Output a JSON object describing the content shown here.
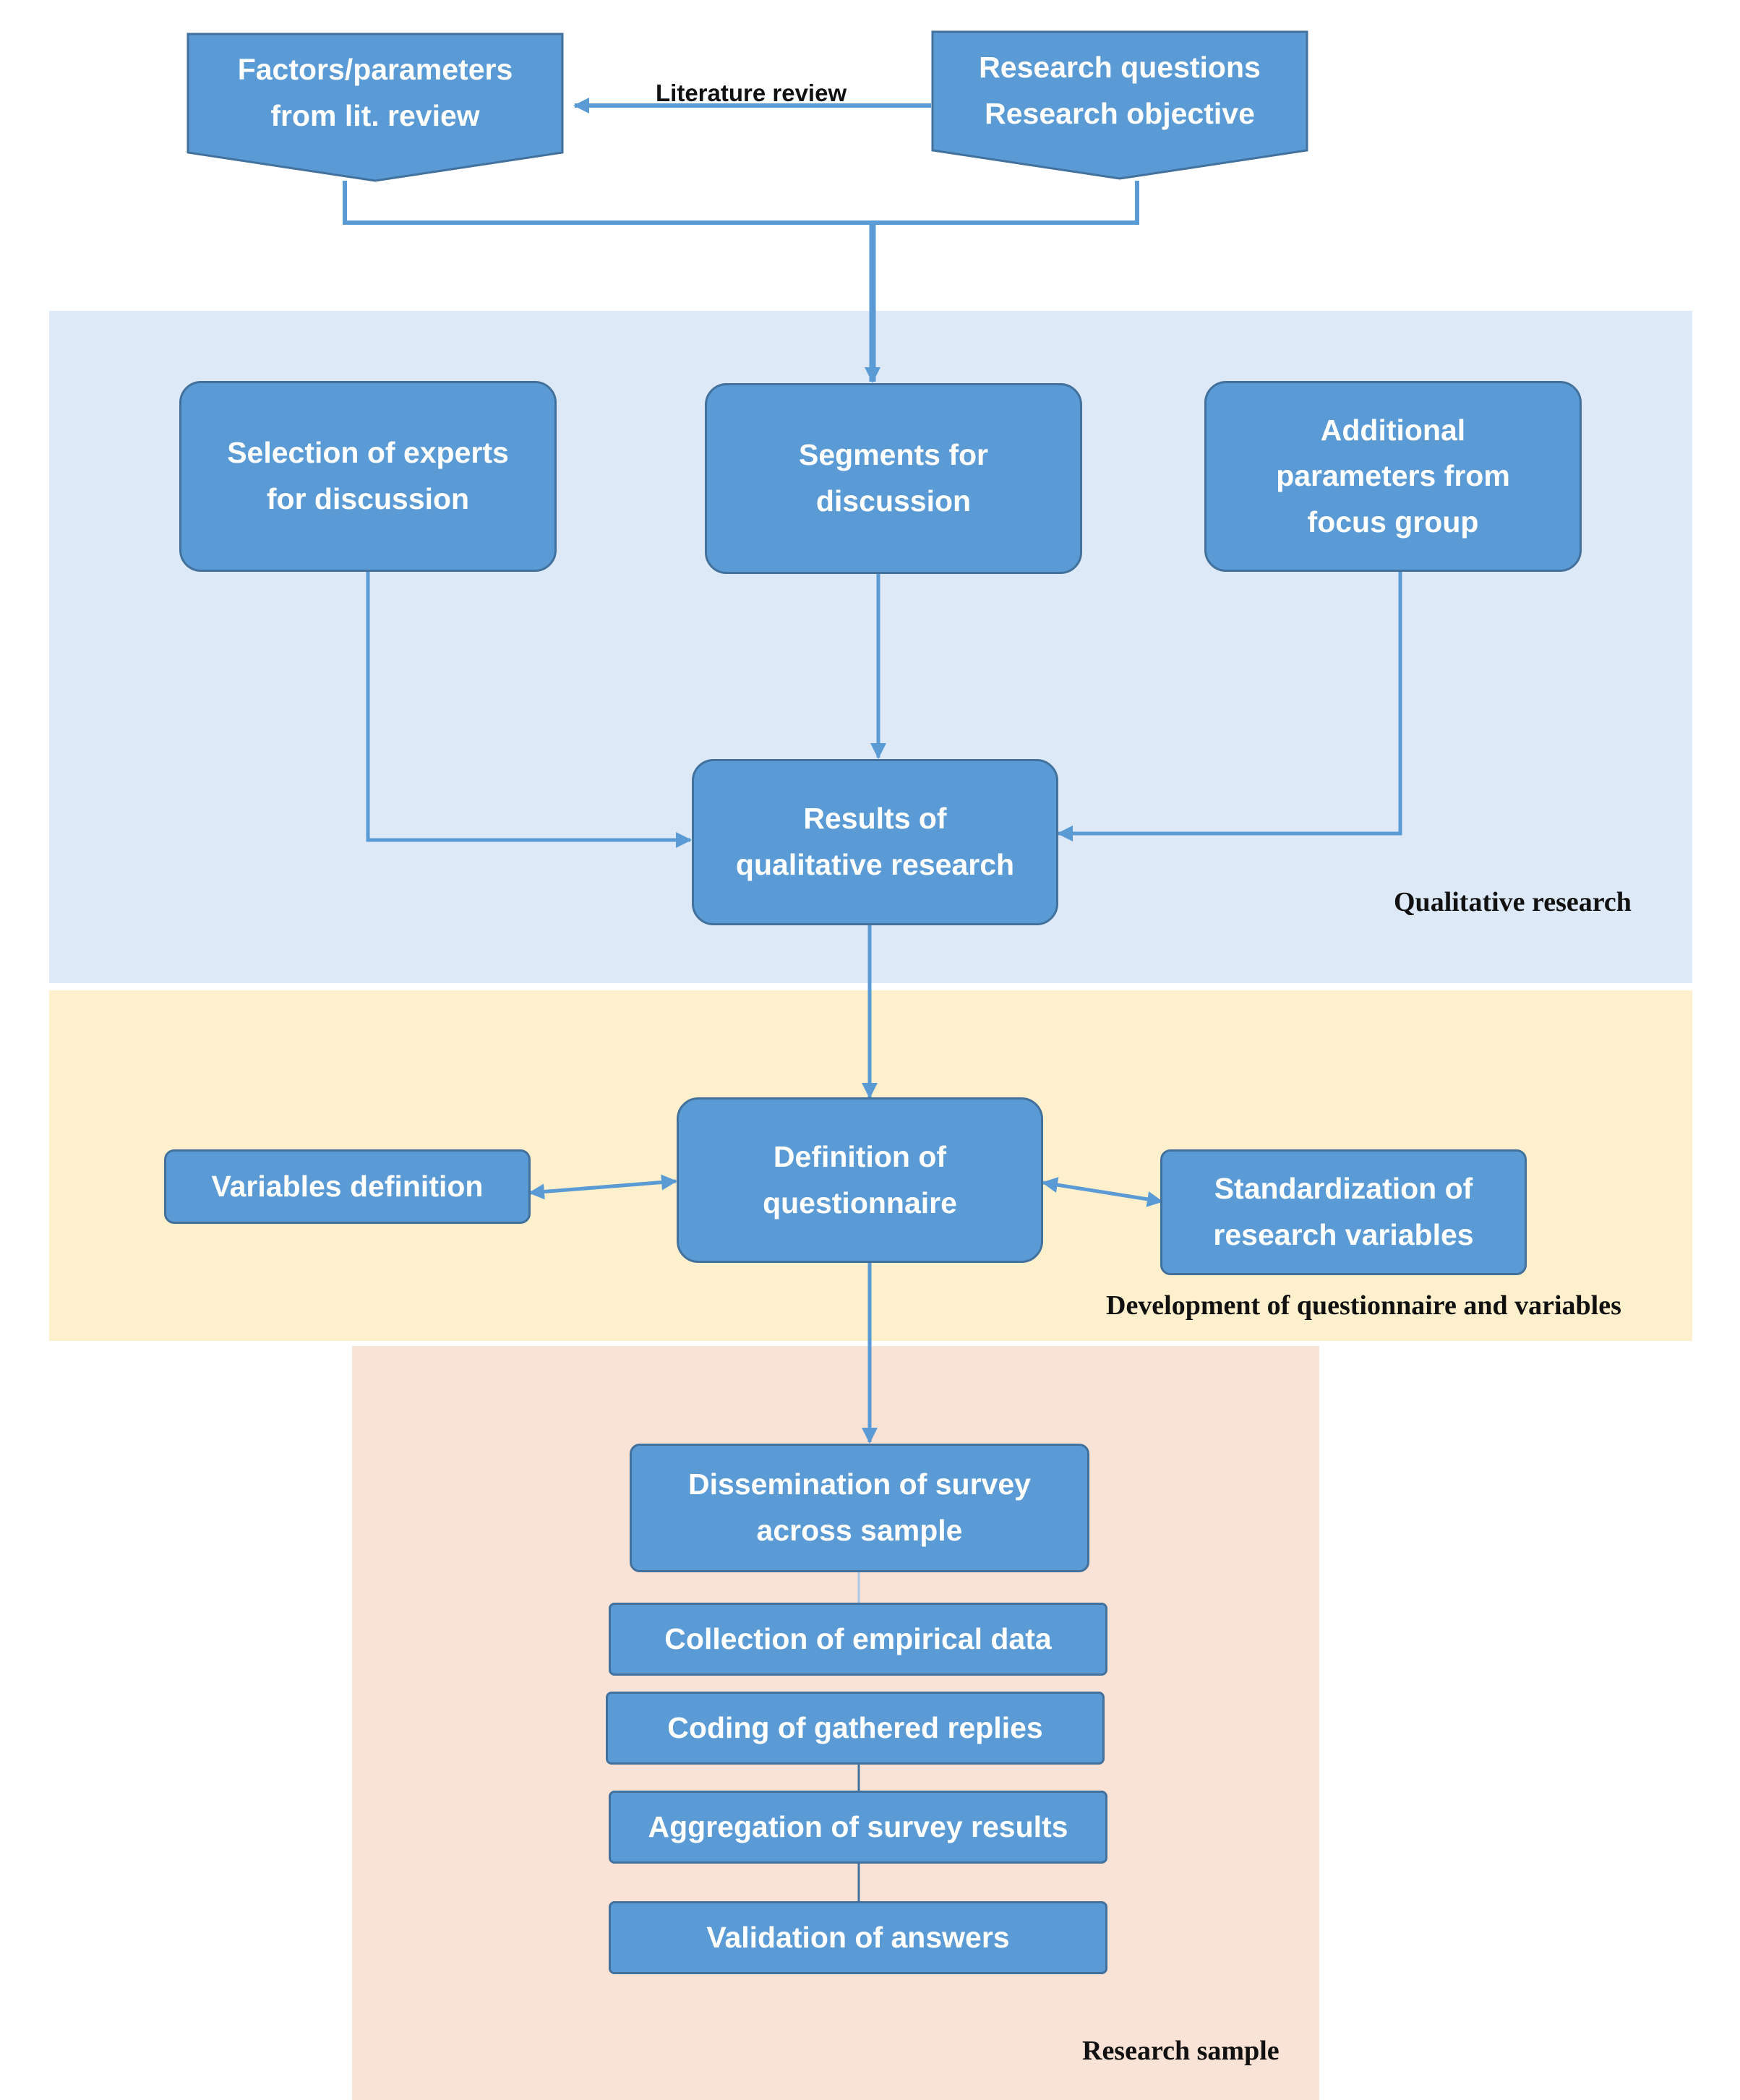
{
  "colors": {
    "box_fill": "#5b9bd5",
    "box_border": "#41719c",
    "qualitative_band": "#dde9f6",
    "questionnaire_band": "#fef0cc",
    "sample_band": "#f9e2d6"
  },
  "top": {
    "factors_banner": "Factors/parameters\nfrom lit. review",
    "questions_banner": "Research questions\nResearch objective",
    "literature_review_label": "Literature review"
  },
  "qualitative": {
    "section_label": "Qualitative research",
    "experts": "Selection of experts\nfor discussion",
    "segments": "Segments for\ndiscussion",
    "additional": "Additional\nparameters from\nfocus group",
    "results": "Results of\nqualitative research"
  },
  "questionnaire": {
    "section_label": "Development of questionnaire and variables",
    "variables": "Variables definition",
    "definition": "Definition of\nquestionnaire",
    "standardization": "Standardization of\nresearch variables"
  },
  "sample": {
    "section_label": "Research sample",
    "dissemination": "Dissemination of survey\nacross sample",
    "collection": "Collection of empirical data",
    "coding": "Coding of gathered replies",
    "aggregation": "Aggregation of survey results",
    "validation": "Validation of answers"
  }
}
